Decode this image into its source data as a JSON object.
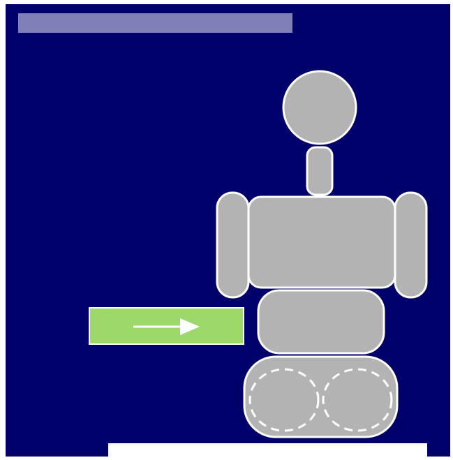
{
  "diagram": {
    "background_color": "#00006b",
    "header_bar_color": "#7f80b7",
    "part_fill_color": "#b3b3b3",
    "part_outline_color": "#ffffff",
    "arrow_box_color": "#9dd86a",
    "arrow_color": "#ffffff",
    "bottom_bar_color": "#ffffff",
    "robot_parts": [
      "head",
      "neck",
      "left-arm",
      "torso",
      "right-arm",
      "waist",
      "base",
      "left-wheel",
      "right-wheel"
    ],
    "arrow_direction": "right"
  }
}
